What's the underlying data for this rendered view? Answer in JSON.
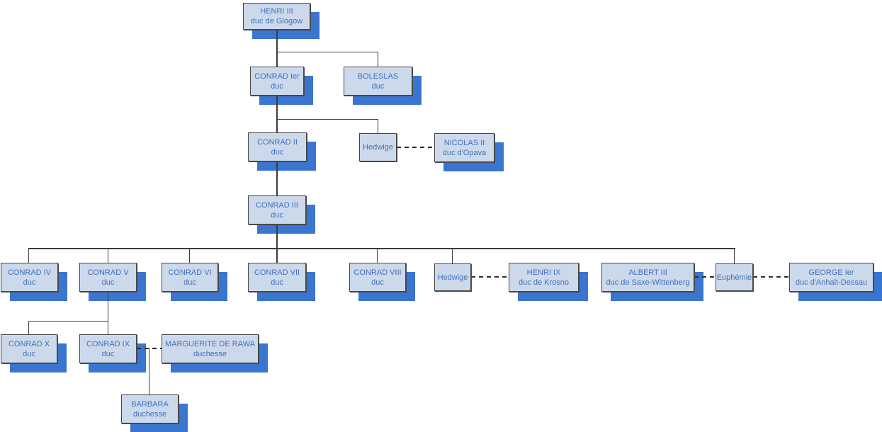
{
  "diagram": {
    "kind": "family-tree",
    "nodes": [
      {
        "id": "henri-3",
        "name": "HENRI III",
        "title": "duc de Glogow"
      },
      {
        "id": "conrad-1",
        "name": "CONRAD Ier",
        "title": "duc"
      },
      {
        "id": "boleslas",
        "name": "BOLESLAS",
        "title": "duc"
      },
      {
        "id": "conrad-2",
        "name": "CONRAD II",
        "title": "duc"
      },
      {
        "id": "hedwige-1",
        "name": "Hedwige",
        "title": ""
      },
      {
        "id": "nicolas-2",
        "name": "NICOLAS II",
        "title": "duc d'Opava"
      },
      {
        "id": "conrad-3",
        "name": "CONRAD III",
        "title": "duc"
      },
      {
        "id": "conrad-4",
        "name": "CONRAD IV",
        "title": "duc"
      },
      {
        "id": "conrad-5",
        "name": "CONRAD V",
        "title": "duc"
      },
      {
        "id": "conrad-6",
        "name": "CONRAD VI",
        "title": "duc"
      },
      {
        "id": "conrad-7",
        "name": "CONRAD VII",
        "title": "duc"
      },
      {
        "id": "conrad-8",
        "name": "CONRAD VIII",
        "title": "duc"
      },
      {
        "id": "hedwige-2",
        "name": "Hedwige",
        "title": ""
      },
      {
        "id": "henri-9",
        "name": "HENRI IX",
        "title": "duc de Krosno"
      },
      {
        "id": "albert-3",
        "name": "ALBERT III",
        "title": "duc de Saxe-Wittenberg"
      },
      {
        "id": "euphemie",
        "name": "Euphémie",
        "title": ""
      },
      {
        "id": "george-1",
        "name": "GEORGE Ier",
        "title": "duc d'Anhalt-Dessau"
      },
      {
        "id": "conrad-10",
        "name": "CONRAD X",
        "title": "duc"
      },
      {
        "id": "conrad-9",
        "name": "CONRAD IX",
        "title": "duc"
      },
      {
        "id": "marguerite",
        "name": "MARGUERITE DE RAWA",
        "title": "duchesse"
      },
      {
        "id": "barbara",
        "name": "BARBARA",
        "title": "duchesse"
      }
    ],
    "edges": {
      "parent_child": [
        [
          "henri-3",
          "conrad-1"
        ],
        [
          "henri-3",
          "boleslas"
        ],
        [
          "conrad-1",
          "conrad-2"
        ],
        [
          "conrad-1",
          "hedwige-1"
        ],
        [
          "conrad-2",
          "conrad-3"
        ],
        [
          "conrad-3",
          "conrad-4"
        ],
        [
          "conrad-3",
          "conrad-5"
        ],
        [
          "conrad-3",
          "conrad-6"
        ],
        [
          "conrad-3",
          "conrad-7"
        ],
        [
          "conrad-3",
          "conrad-8"
        ],
        [
          "conrad-3",
          "hedwige-2"
        ],
        [
          "conrad-3",
          "euphemie"
        ],
        [
          "conrad-5",
          "conrad-10"
        ],
        [
          "conrad-5",
          "conrad-9"
        ],
        [
          "conrad-9",
          "barbara"
        ]
      ],
      "marriages": [
        [
          "hedwige-1",
          "nicolas-2"
        ],
        [
          "hedwige-2",
          "henri-9"
        ],
        [
          "albert-3",
          "euphemie"
        ],
        [
          "euphemie",
          "george-1"
        ],
        [
          "conrad-9",
          "marguerite"
        ]
      ]
    },
    "colors": {
      "node_fill": "#ccd9ea",
      "node_border": "#464646",
      "node_text": "#4070c0",
      "node_shadow": "#3a75d0",
      "connector": "#3c3c3c",
      "background": "#ffffff"
    }
  }
}
